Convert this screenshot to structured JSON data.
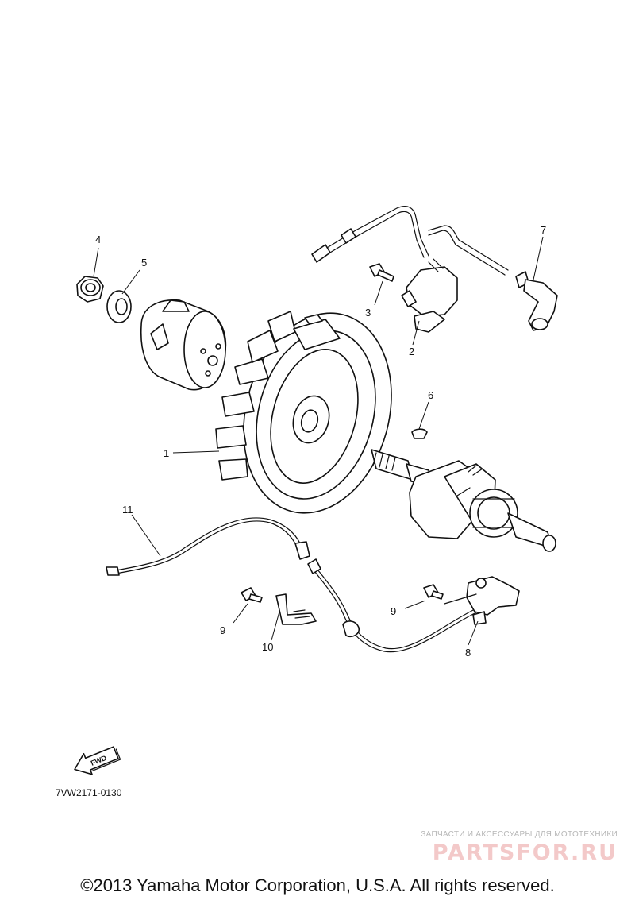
{
  "callouts": {
    "c1": "1",
    "c2": "2",
    "c3": "3",
    "c4": "4",
    "c5": "5",
    "c6": "6",
    "c7": "7",
    "c8": "8",
    "c9a": "9",
    "c9b": "9",
    "c10": "10",
    "c11": "11"
  },
  "fwd_label": "FWD",
  "diagram_code": "7VW2171-0130",
  "watermark_tagline": "ЗАПЧАСТИ И АКСЕССУАРЫ ДЛЯ МОТОТЕХНИКИ",
  "watermark_logo": "PARTSFOR.RU",
  "copyright": "©2013 Yamaha Motor Corporation, U.S.A. All rights reserved."
}
